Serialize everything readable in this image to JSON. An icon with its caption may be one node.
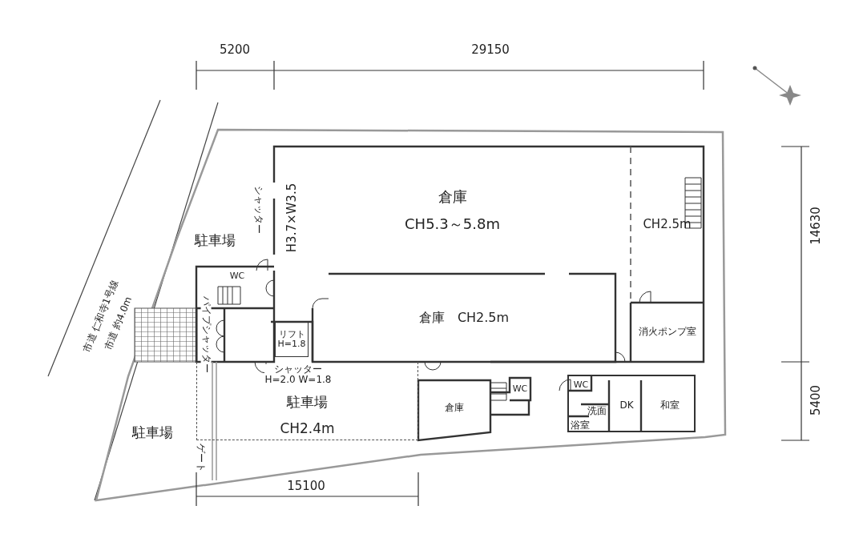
{
  "diagram": {
    "nodes": [
      {
        "text": [
          "倉庫",
          "CH5.3～5.8m"
        ]
      },
      {
        "text": [
          "倉庫　CH2.5m"
        ]
      },
      {
        "text": [
          "CH2.5m"
        ]
      },
      {
        "text": [
          "消火ポンプ室"
        ]
      },
      {
        "text": [
          "駐車場",
          "CH2.4m"
        ]
      },
      {
        "text": [
          "倉庫"
        ]
      },
      {
        "text": [
          "WC"
        ]
      },
      {
        "text": [],
        "shape": "box"
      },
      {
        "text": [
          "WC"
        ],
        "in": 7
      },
      {
        "text": [
          "DK"
        ],
        "in": 7
      },
      {
        "text": [
          "和室"
        ],
        "in": 7
      },
      {
        "text": [
          "洗面"
        ],
        "in": 7
      },
      {
        "text": [
          "浴室"
        ],
        "in": 7
      },
      {
        "text": [
          "WC"
        ]
      },
      {
        "text": [
          "リフト H=1.8"
        ]
      }
    ],
    "edges": [],
    "labels": [
      "5200",
      "29150",
      "14630",
      "5400",
      "15100",
      "駐車場",
      "駐車場",
      "シャッター",
      "H3.7×W3.5",
      "パイプシャッター",
      "シャッター H=2.0 W=1.8",
      "ゲート",
      "市道 仁和寺1号線",
      "市道 約4.0m"
    ]
  }
}
